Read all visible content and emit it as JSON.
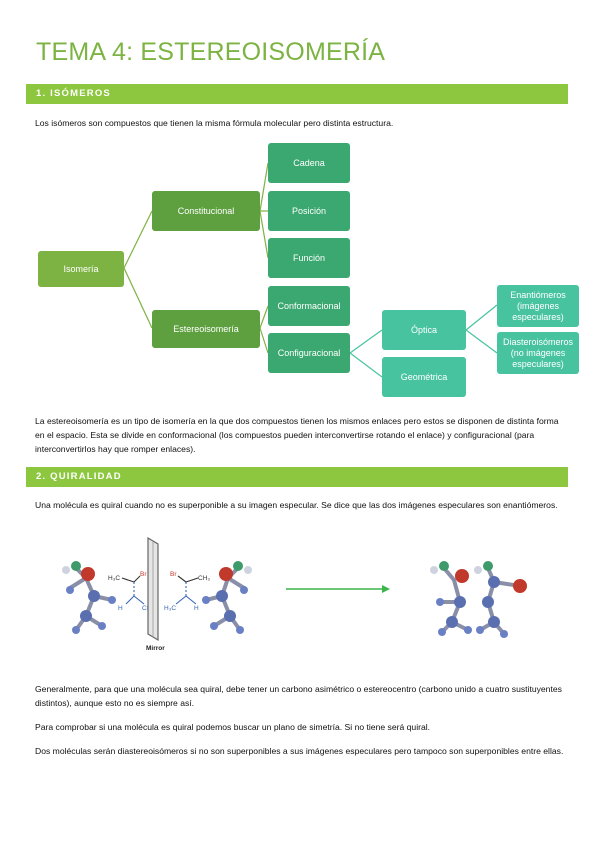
{
  "page": {
    "title": "TEMA 4: ESTEREOISOMERÍA"
  },
  "section1": {
    "heading": "1.  ISÓMEROS",
    "intro": "Los isómeros son compuestos que tienen la misma fórmula molecular pero distinta estructura.",
    "diagram": {
      "root": "Isomería",
      "constitucional": "Constitucional",
      "cadena": "Cadena",
      "posicion": "Posición",
      "funcion": "Función",
      "estereoisomeria": "Estereoisomería",
      "conformacional": "Conformacional",
      "configuracional": "Configuracional",
      "optica": "Óptica",
      "geometrica": "Geométrica",
      "enantiomeros": "Enantiómeros (imágenes especulares)",
      "diastereoisomeros": "Diasteroisómeros (no imágenes especulares)"
    },
    "paragraph": "La estereoisomería es un tipo de isomería en la que dos compuestos tienen los mismos enlaces pero estos se disponen de distinta forma en el espacio. Esta se divide en conformacional (los compuestos pueden interconvertirse rotando el enlace) y configuracional (para interconvertirlos hay que romper enlaces)."
  },
  "section2": {
    "heading": "2.  QUIRALIDAD",
    "intro": "Una molécula es quiral cuando no es superponible a su imagen especular. Se dice que las dos imágenes especulares son enantiómeros.",
    "figure": {
      "mirror_label": "Mirror",
      "ch3_a": "H₃C",
      "br_a": "Br",
      "h_a": "H",
      "ch3_b": "CH₃",
      "br_b": "Br",
      "ch3_c": "CH₃",
      "h_b": "H",
      "h3c_b": "H₃C"
    },
    "p1": "Generalmente, para que una molécula sea quiral, debe tener un carbono asimétrico o estereocentro (carbono unido a cuatro sustituyentes distintos), aunque esto no es siempre así.",
    "p2": "Para comprobar si una molécula es quiral podemos buscar un plano de simetría. Si no tiene será quiral.",
    "p3": "Dos moléculas serán diastereoisómeros si no son superponibles a sus imágenes especulares pero tampoco son superponibles entre ellas."
  },
  "colors": {
    "title": "#7cb342",
    "band": "#8dc63f",
    "node_light": "#7cb342",
    "node_dark": "#5e9f3f",
    "node_teal": "#3aa870",
    "node_cyan": "#47c3a0",
    "arrow": "#3cb64a"
  }
}
